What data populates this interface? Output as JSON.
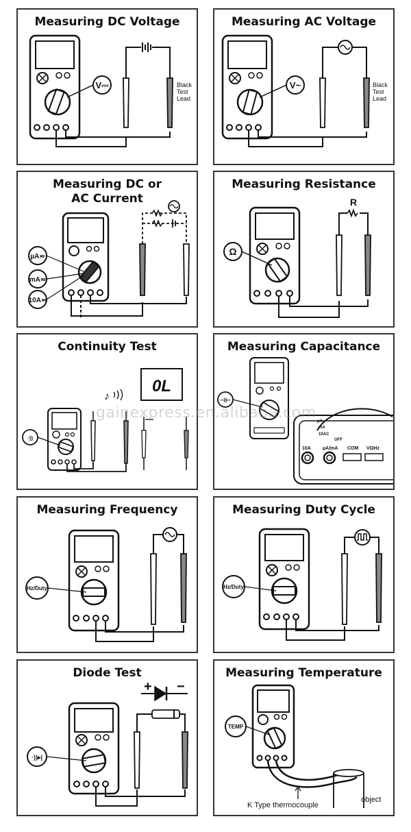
{
  "panels": [
    {
      "title": "Measuring DC Voltage",
      "knob": "V⎓",
      "lead_label": "Black\nTest\nLead"
    },
    {
      "title": "Measuring AC Voltage",
      "knob": "V~",
      "lead_label": "Black\nTest\nLead"
    },
    {
      "title": "Measuring DC or\nAC Current",
      "labels": [
        "µA≂",
        "mA≂",
        "10A≂"
      ]
    },
    {
      "title": "Measuring Resistance",
      "knob": "Ω",
      "resistor": "R"
    },
    {
      "title": "Continuity Test",
      "display": "0L",
      "knob": "·))"
    },
    {
      "title": "Measuring Capacitance",
      "knob": "⊣⊢",
      "jacks": [
        "10A",
        "µA/mA",
        "COM",
        "VΩHz"
      ],
      "dial": [
        "10AC",
        "OFF",
        "mA",
        "µA"
      ]
    },
    {
      "title": "Measuring Frequency",
      "knob": "Hz/Duty"
    },
    {
      "title": "Measuring Duty Cycle",
      "knob": "Hz/Duty"
    },
    {
      "title": "Diode Test",
      "knob": "·))▸|",
      "plus": "+",
      "minus": "−"
    },
    {
      "title": "Measuring Temperature",
      "knob": "TEMP",
      "probe_label": "K Type thermocouple",
      "object_label": "object"
    }
  ],
  "watermark": "gainexpress.en.alibaba.com"
}
